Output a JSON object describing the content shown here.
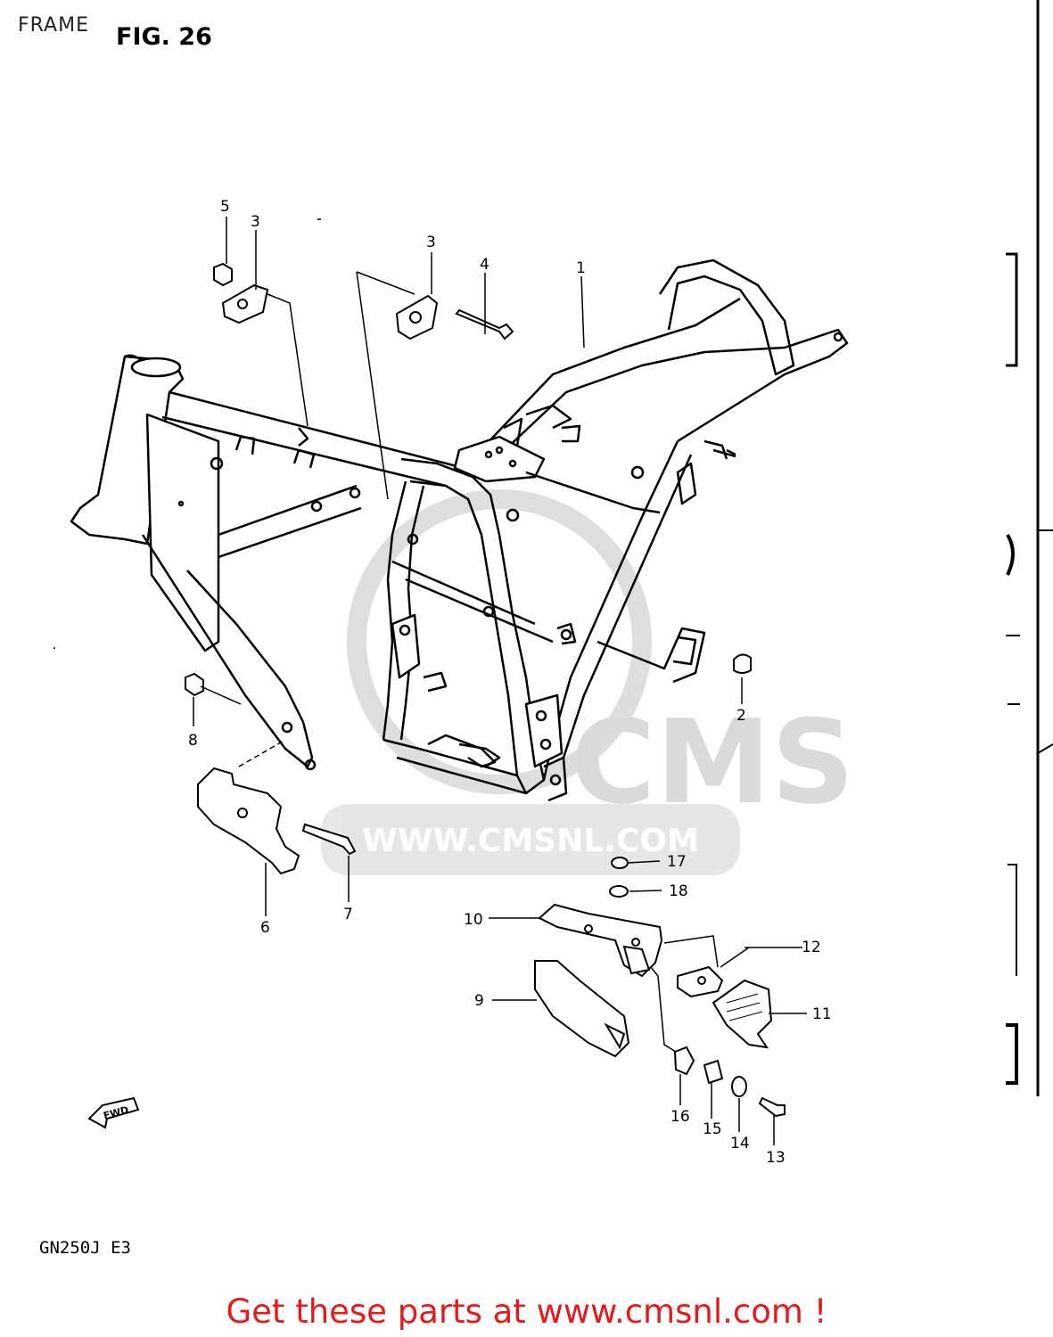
{
  "header": {
    "section": "FRAME",
    "figure": "FIG. 26"
  },
  "model": "GN250J E3",
  "watermark": {
    "brand": "CMS",
    "url": "WWW.CMSNL.COM"
  },
  "fwd_label": "FWD",
  "footer": {
    "cta": "Get these parts at www.cmsnl.com !"
  },
  "callouts": {
    "c1": "1",
    "c2": "2",
    "c3a": "3",
    "c3b": "3",
    "c4": "4",
    "c5": "5",
    "c6": "6",
    "c7": "7",
    "c8": "8",
    "c9": "9",
    "c10": "10",
    "c11": "11",
    "c12": "12",
    "c13": "13",
    "c14": "14",
    "c15": "15",
    "c16": "16",
    "c17": "17",
    "c18": "18"
  },
  "colors": {
    "line": "#000000",
    "cta": "#e31b1b",
    "watermark": "#d9d9d9"
  }
}
